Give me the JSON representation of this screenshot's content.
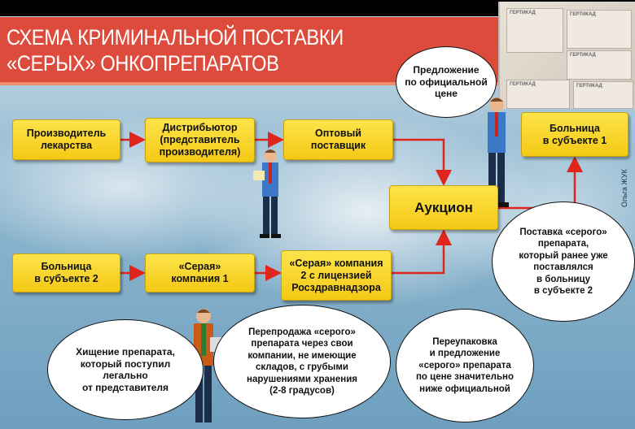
{
  "title": {
    "line1": "СХЕМА КРИМИНАЛЬНОЙ ПОСТАВКИ",
    "line2": "«СЕРЫХ» ОНКОПРЕПАРАТОВ"
  },
  "photo": {
    "brand": "ГЕРТИКАД"
  },
  "boxes": {
    "manufacturer": "Производитель\nлекарства",
    "distributor": "Дистрибьютор\n(представитель\nпроизводителя)",
    "wholesaler": "Оптовый\nпоставщик",
    "auction": "Аукцион",
    "hospital1": "Больница\nв субъекте 1",
    "hospital2": "Больница\nв субъекте 2",
    "gray1": "«Серая»\nкомпания 1",
    "gray2": "«Серая» компания\n2 с лицензией\nРосздравнадзора"
  },
  "bubbles": {
    "official_price": "Предложение\nпо официальной\nцене",
    "theft": "Хищение препарата,\nкоторый поступил\nлегально\nот представителя",
    "resale": "Перепродажа «серого»\nпрепарата через свои\nкомпании, не имеющие\nскладов, с грубыми\nнарушениями хранения\n(2-8 градусов)",
    "repack": "Переупаковка\nи предложение\n«серого» препарата\nпо цене значительно\nниже официальной",
    "supply": "Поставка «серого»\nпрепарата,\nкоторый ранее уже\nпоставлялся\nв больницу\nв субъекте 2"
  },
  "credit": "Ольга ЖУК",
  "colors": {
    "banner": "#dd4b3c",
    "box": "#fbd92c",
    "arrow": "#e0261c"
  }
}
